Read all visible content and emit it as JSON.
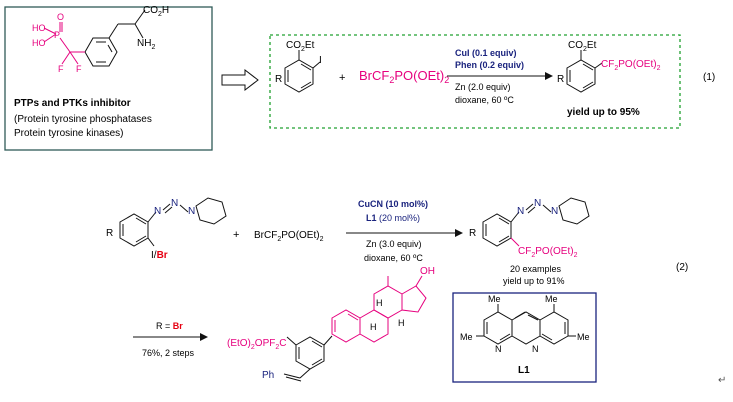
{
  "colors": {
    "magenta": "#e6007e",
    "navy": "#1a237e",
    "box_border_teal": "#2f5b57",
    "box_border_green": "#21a030",
    "ligand_border": "#1a237e",
    "black": "#111111"
  },
  "box1": {
    "title": "PTPs and PTKs inhibitor",
    "line1": "(Protein tyrosine phosphatases",
    "line2": "Protein tyrosine kinases)",
    "mol": {
      "ho_top": "HO",
      "ho_bottom": "HO",
      "p": "P",
      "o": "O",
      "f1": "F",
      "f2": "F",
      "co2h": "CO",
      "co2h_sub": "2",
      "co2h_h": "H",
      "nh2": "NH",
      "nh2_sub": "2"
    }
  },
  "eq1": {
    "sm_co2et": "CO",
    "sm_co2et_sub": "2",
    "sm_co2et_tail": "Et",
    "sm_i": "I",
    "sm_r": "R",
    "plus": "+",
    "reagent": "BrCF",
    "reagent_sub": "2",
    "reagent_tail": "PO(OEt)",
    "reagent_sub2": "2",
    "cond1": "CuI (0.1 equiv)",
    "cond2": "Phen (0.2 equiv)",
    "cond3": "Zn (2.0 equiv)",
    "cond4": "dioxane, 60 ºC",
    "prod_co2et": "CO",
    "prod_co2et_sub": "2",
    "prod_co2et_tail": "Et",
    "prod_cf2": "CF",
    "prod_cf2_sub": "2",
    "prod_cf2_tail": "PO(OEt)",
    "prod_cf2_sub2": "2",
    "prod_r": "R",
    "yield": "yield up to 95%",
    "label": "(1)"
  },
  "eq2": {
    "sm_r": "R",
    "sm_n1": "N",
    "sm_n2": "N",
    "sm_n3": "N",
    "sm_i": "I",
    "sm_slash": "/",
    "sm_br": "Br",
    "plus": "+",
    "reagent": "BrCF",
    "reagent_sub": "2",
    "reagent_tail": "PO(OEt)",
    "reagent_sub2": "2",
    "cond1_a": "CuCN",
    "cond1_b": " (10 mol%)",
    "cond2_a": "L1",
    "cond2_b": " (20 mol%)",
    "cond3": "Zn (3.0 equiv)",
    "cond4": "dioxane, 60 ºC",
    "prod_r": "R",
    "prod_n1": "N",
    "prod_n2": "N",
    "prod_n3": "N",
    "prod_cf2": "CF",
    "prod_cf2_sub": "2",
    "prod_cf2_tail": "PO(OEt)",
    "prod_cf2_sub2": "2",
    "examples": "20 examples",
    "yield": "yield up to 91%",
    "label": "(2)"
  },
  "eq3": {
    "cond_r": "R = ",
    "cond_br": "Br",
    "cond_yield": "76%, 2 steps",
    "group": "(EtO)",
    "group_sub": "2",
    "group_tail": "OPF",
    "group_sub2": "2",
    "group_c": "C",
    "ph": "Ph",
    "oh": "OH",
    "h1": "H",
    "h2": "H",
    "h3": "H"
  },
  "ligand": {
    "me1": "Me",
    "me2": "Me",
    "me3": "Me",
    "me4": "Me",
    "n1": "N",
    "n2": "N",
    "label": "L1"
  },
  "footer_mark": "↵"
}
